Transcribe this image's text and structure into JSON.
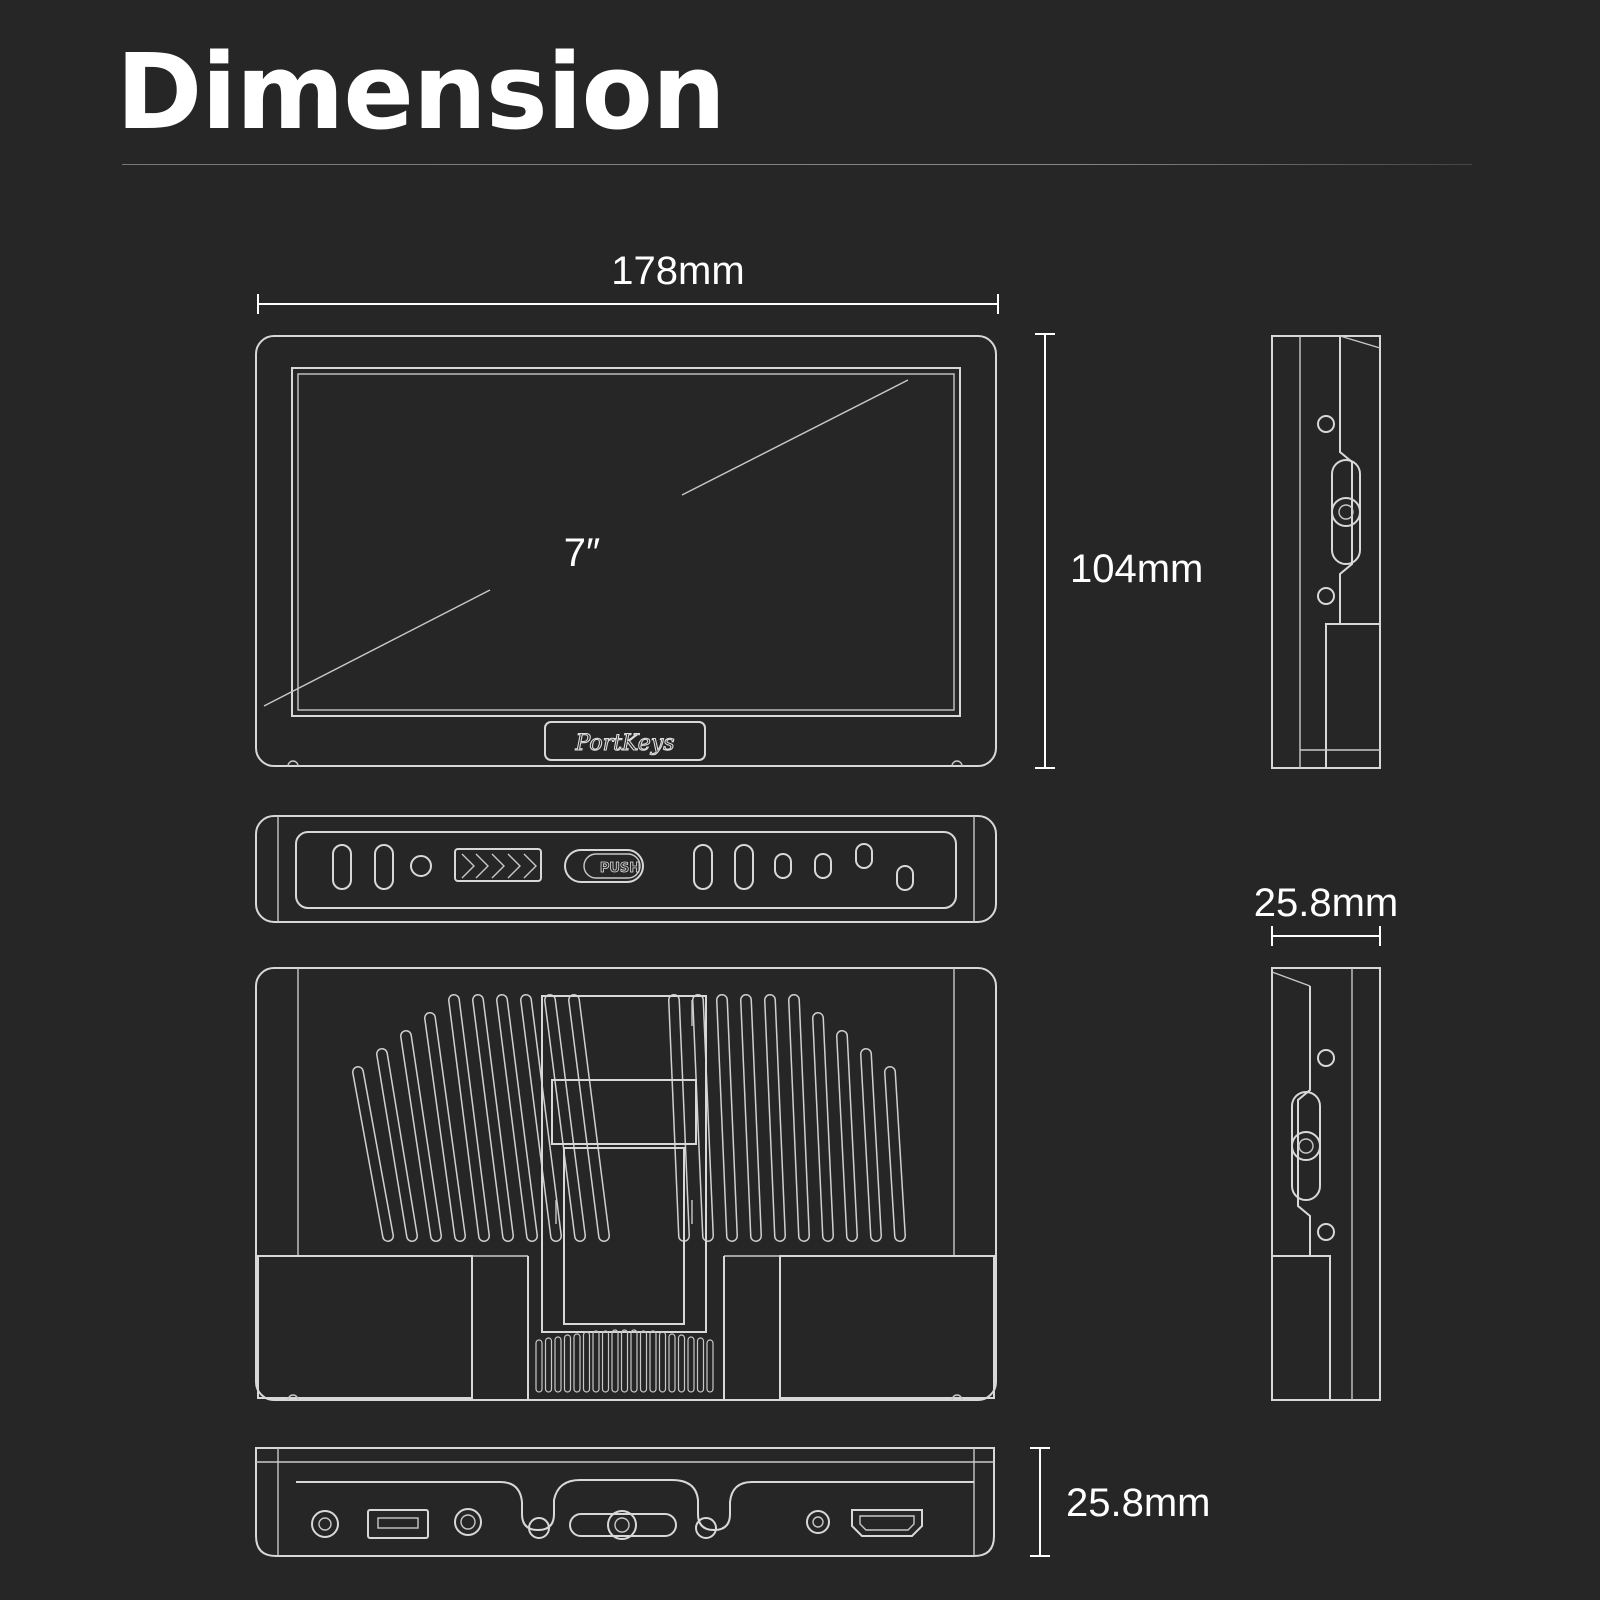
{
  "title": "Dimension",
  "dimensions": {
    "width": "178mm",
    "height": "104mm",
    "screen_size": "7″",
    "depth_side": "25.8mm",
    "depth_bottom": "25.8mm"
  },
  "brand": "PortKeys",
  "labels": {
    "push": "PUSH"
  },
  "colors": {
    "background": "#262626",
    "line": "#d8d8d8",
    "text": "#ffffff"
  }
}
